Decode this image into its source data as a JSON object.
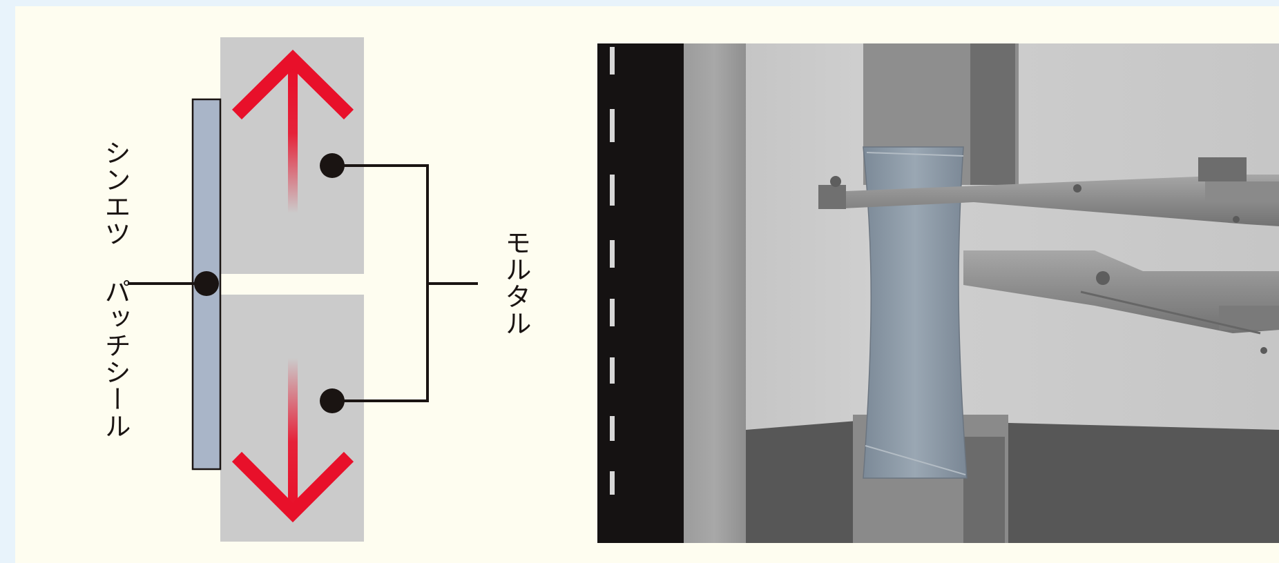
{
  "diagram": {
    "labels": {
      "sealant": "シンエツ パッチシール",
      "mortar": "モルタル"
    },
    "colors": {
      "background": "#fefdf0",
      "outer_background": "#e8f3fb",
      "mortar_block": "#cbcbcb",
      "sealant_strip": "#a9b5c8",
      "arrow": "#e8102a",
      "line": "#1a1412"
    },
    "arrows": [
      "up",
      "down"
    ]
  },
  "photo": {
    "subject": "tensile-test-photo"
  }
}
